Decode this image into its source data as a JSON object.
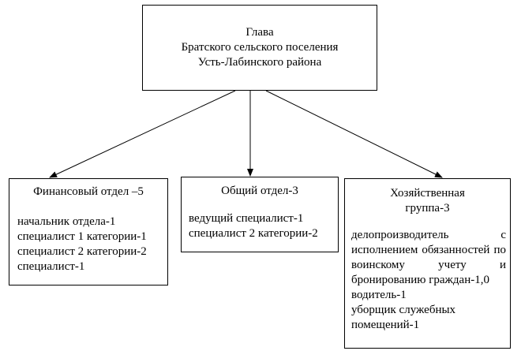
{
  "head": {
    "lines": [
      "Глава",
      "Братского сельского поселения",
      "Усть-Лабинского района"
    ]
  },
  "departments": [
    {
      "title": "Финансовый отдел –5",
      "staff": [
        "начальник отдела-1",
        "специалист 1 категории-1",
        "специалист 2 категории-2",
        "специалист-1"
      ]
    },
    {
      "title": "Общий отдел-3",
      "staff": [
        "ведущий специалист-1",
        "специалист 2 категории-2"
      ]
    },
    {
      "title_lines": [
        "Хозяйственная",
        "группа-3"
      ],
      "staff_justified": "делопроизводитель с исполнением обязанностей по воинскому учету и бронированию граждан-1,0",
      "staff": [
        "водитель-1",
        "уборщик служебных",
        "помещений-1"
      ]
    }
  ],
  "colors": {
    "line": "#000000",
    "background": "#ffffff"
  }
}
